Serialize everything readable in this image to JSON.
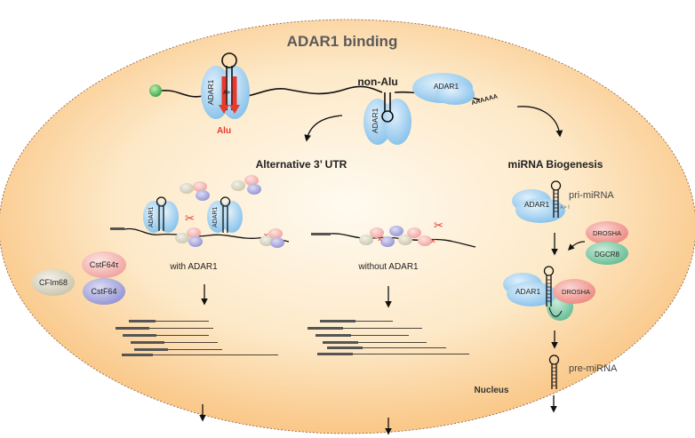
{
  "title": "ADAR1 binding",
  "labels": {
    "non_alu": "non-Alu",
    "alu": "Alu",
    "poly_a": "AAAAAA",
    "alt_utr_heading": "Alternative 3’ UTR",
    "mirna_heading": "miRNA Biogenesis",
    "with_adar1": "with ADAR1",
    "without_adar1": "without ADAR1",
    "pri_mirna": "pri-miRNA",
    "pre_mirna": "pre-miRNA",
    "nucleus": "Nucleus",
    "adar1": "ADAR1",
    "a_to_i": "A> I",
    "drosha": "DROSHA",
    "dgcr8": "DGCR8",
    "cstf64t": "CstF64τ",
    "cstf64": "CstF64",
    "cfim68": "CFIm68"
  },
  "colors": {
    "nucleus_fill": "#fde2b8",
    "nucleus_edge": "#f7b870",
    "adar1_blue": "#9fcdee",
    "alu_red": "#e8392b",
    "drosha_red": "#f09a93",
    "dgcr8_green": "#7cc8a8",
    "cstf64t_pink": "#f4b6b2",
    "cstf64_purple": "#a7a8dc",
    "cfim68_gray": "#d9d5c3",
    "cap_green": "#3fb54a",
    "text_dark": "#222222",
    "title_gray": "#555555"
  }
}
